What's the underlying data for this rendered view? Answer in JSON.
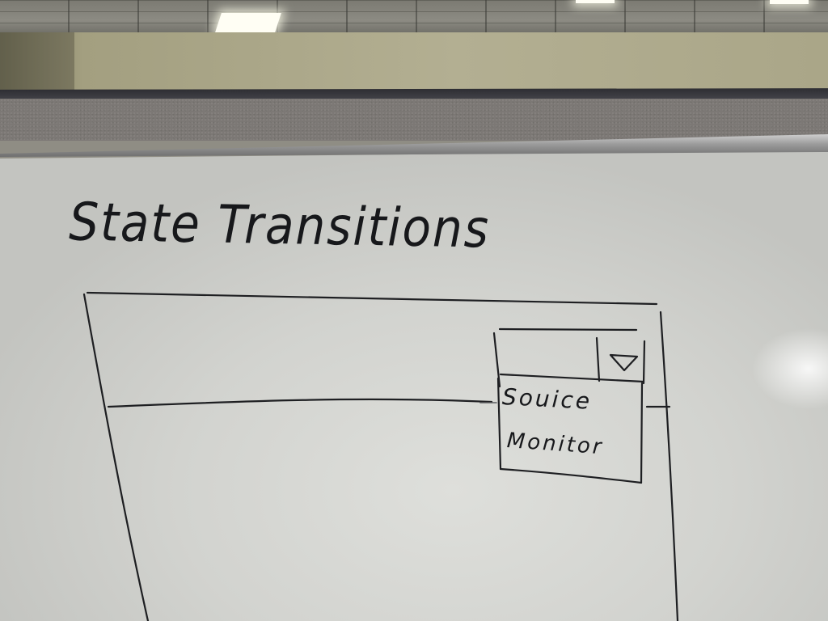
{
  "whiteboard": {
    "title": "State Transitions",
    "dropdown": {
      "icon": "triangle-down-icon",
      "options": [
        "Souice",
        "Monitor"
      ]
    },
    "ink_color": "#1e1f22"
  },
  "colors": {
    "board": "#d6d7d3",
    "wall": "#b0ac8f",
    "partition": "#7c7875"
  }
}
